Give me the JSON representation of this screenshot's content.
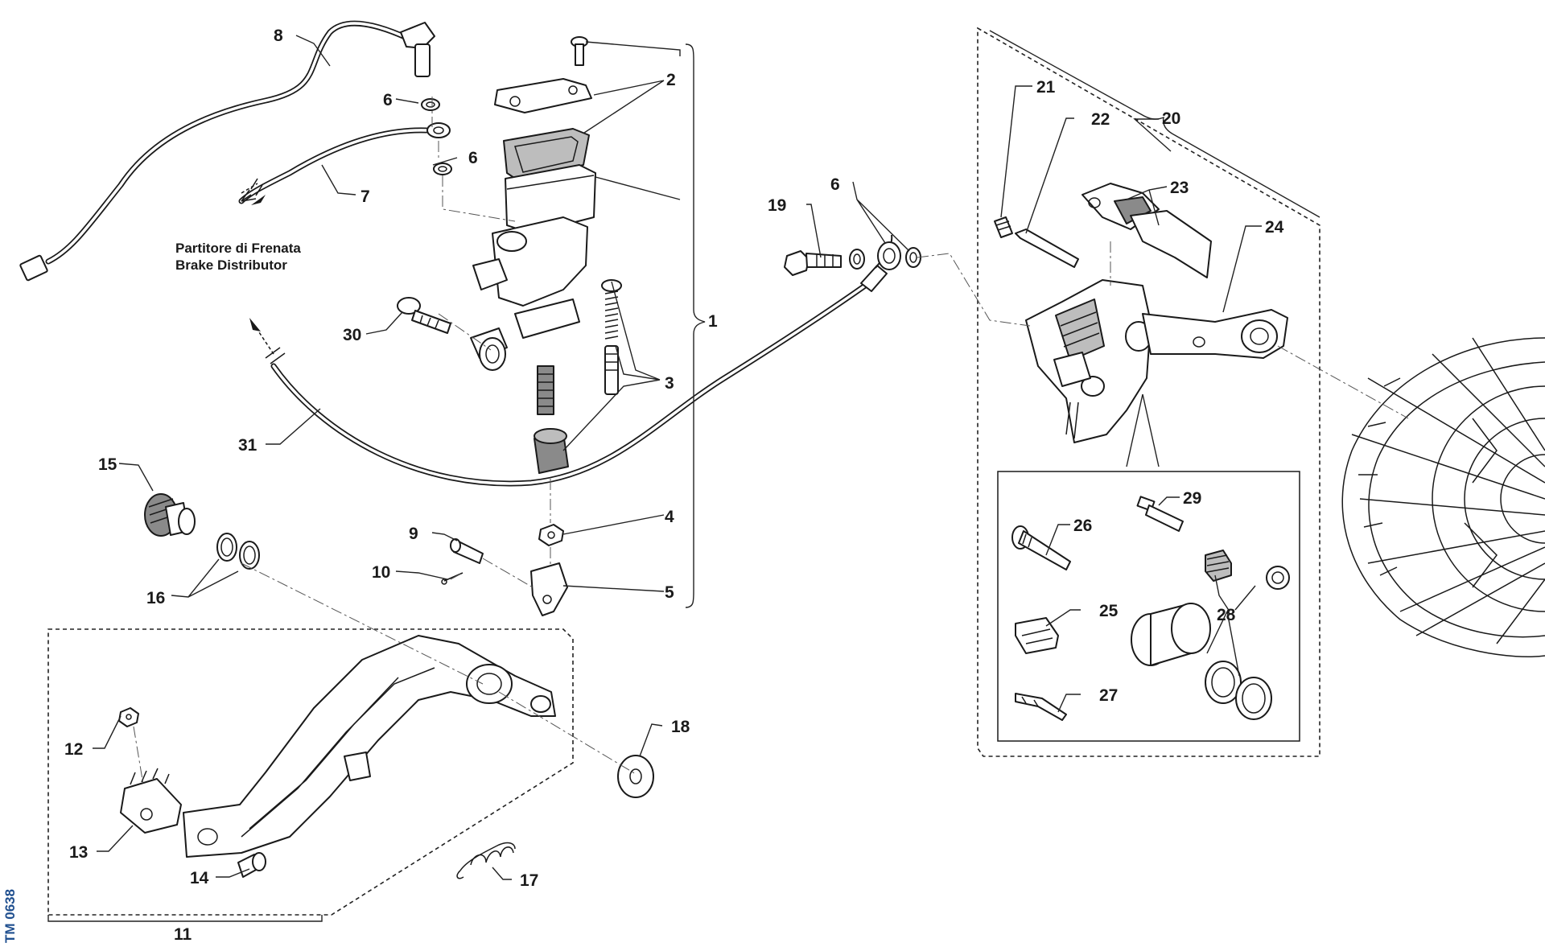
{
  "diagram": {
    "caption_it": "Partitore di Frenata",
    "caption_en": "Brake Distributor",
    "drawing_code": "TM 0638",
    "callouts": {
      "c1": "1",
      "c2": "2",
      "c3": "3",
      "c4": "4",
      "c5": "5",
      "c6a": "6",
      "c6b": "6",
      "c6c": "6",
      "c7": "7",
      "c8": "8",
      "c9": "9",
      "c10": "10",
      "c11": "11",
      "c12": "12",
      "c13": "13",
      "c14": "14",
      "c15": "15",
      "c16": "16",
      "c17": "17",
      "c18": "18",
      "c19": "19",
      "c20": "20",
      "c21": "21",
      "c22": "22",
      "c23": "23",
      "c24": "24",
      "c25": "25",
      "c26": "26",
      "c27": "27",
      "c28": "28",
      "c29": "29",
      "c30": "30",
      "c31": "31"
    }
  }
}
